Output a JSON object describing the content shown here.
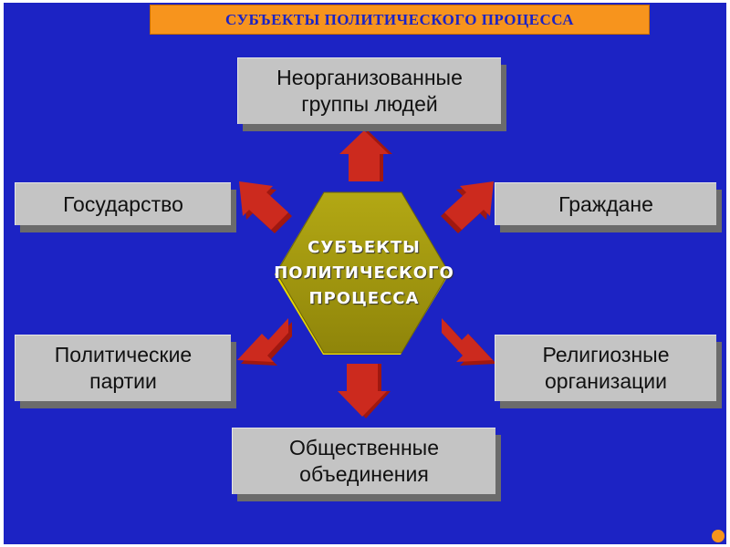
{
  "title": "СУБЪЕКТЫ ПОЛИТИЧЕСКОГО ПРОЦЕССА",
  "center": {
    "label": "СУБЪЕКТЫ\nПОЛИТИЧЕСКОГО\nПРОЦЕССА"
  },
  "nodes": {
    "top": "Неорганизованные\nгруппы людей",
    "left_upper": "Государство",
    "right_upper": "Граждане",
    "left_lower": "Политические\nпартии",
    "right_lower": "Религиозные\nорганизации",
    "bottom": "Общественные\nобъединения"
  },
  "colors": {
    "background": "#1c23c4",
    "title_bar": "#f7941d",
    "box": "#c4c4c4",
    "hexagon": "#a69b0e",
    "arrow": "#cc2a1e"
  }
}
